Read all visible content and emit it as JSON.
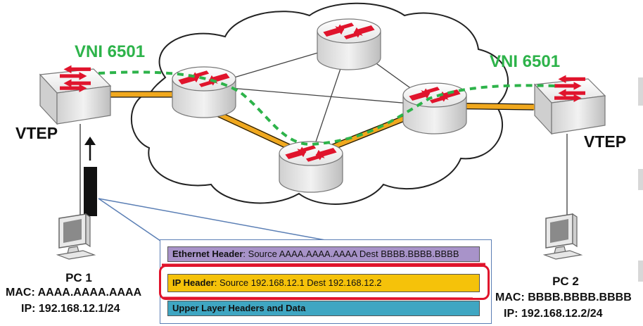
{
  "labels": {
    "vni_left": "VNI 6501",
    "vni_right": "VNI 6501",
    "vtep_left": "VTEP",
    "vtep_right": "VTEP"
  },
  "pc1": {
    "name": "PC 1",
    "mac": "MAC: AAAA.AAAA.AAAA",
    "ip": "IP: 192.168.12.1/24"
  },
  "pc2": {
    "name": "PC 2",
    "mac": "MAC: BBBB.BBBB.BBBB",
    "ip": "IP: 192.168.12.2/24"
  },
  "headers": {
    "ethernet": {
      "title": "Ethernet Header",
      "detail": ": Source AAAA.AAAA.AAAA Dest BBBB.BBBB.BBBB"
    },
    "ip": {
      "title": "IP Header",
      "detail": ": Source 192.168.12.1 Dest 192.168.12.2"
    },
    "upper": {
      "title": "Upper Layer Headers and Data"
    }
  },
  "colors": {
    "vxlan_path": "#2db34a",
    "underlay_link": "#f0a81e",
    "router_arrow": "#e0142c",
    "ethernet_row": "#a893c9",
    "ip_row": "#f5c20a",
    "upper_row": "#3fa6c2",
    "highlight": "#e0142c"
  }
}
